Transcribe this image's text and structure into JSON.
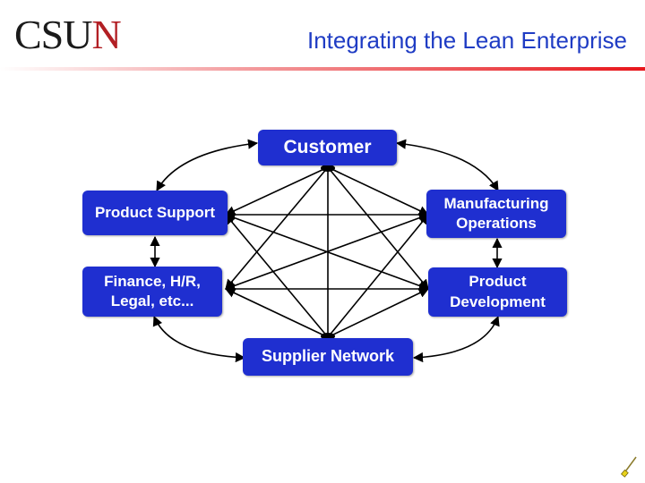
{
  "header": {
    "logo_main": "CSU",
    "logo_accent": "N",
    "title": "Integrating the Lean Enterprise"
  },
  "colors": {
    "node_fill": "#1f2fd0",
    "title_color": "#1f3cc4",
    "logo_accent": "#b21f24",
    "rule_start": "#e8161b"
  },
  "diagram": {
    "nodes": {
      "customer": "Customer",
      "product_support": "Product Support",
      "manufacturing": "Manufacturing\nOperations",
      "finance": "Finance, H/R,\nLegal, etc...",
      "product_development": "Product\nDevelopment",
      "supplier_network": "Supplier Network"
    }
  },
  "footer": {
    "icon": "pencil-icon"
  }
}
